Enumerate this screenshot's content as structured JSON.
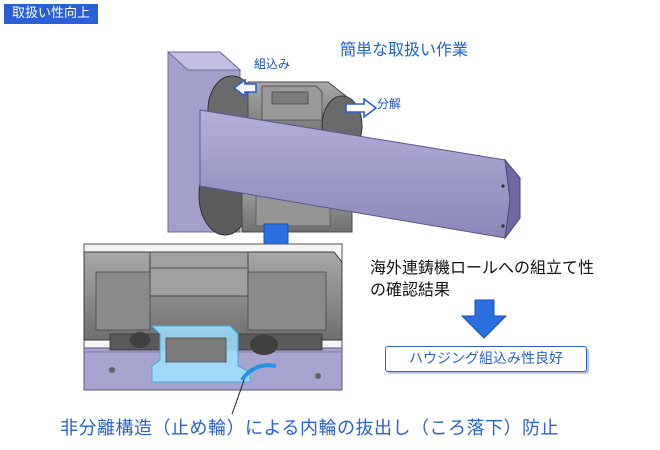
{
  "header": {
    "tag_label": "取扱い性向上"
  },
  "top_figure": {
    "title": "簡単な取扱い作業",
    "assemble_label": "組込み",
    "disassemble_label": "分解"
  },
  "right_panel": {
    "result_text_line1": "海外連鋳機ロールへの組立て性",
    "result_text_line2": "の確認結果",
    "result_box": "ハウジング組込み性良好"
  },
  "bottom_figure": {
    "caption": "非分離構造（止め輪）による内輪の抜出し（ころ落下）防止"
  },
  "colors": {
    "accent_blue": "#2a5fd6",
    "shaft_purple": "#9e9ac6",
    "housing_gray": "#8f8f8f",
    "ring_cyan": "#9fe3ff"
  }
}
